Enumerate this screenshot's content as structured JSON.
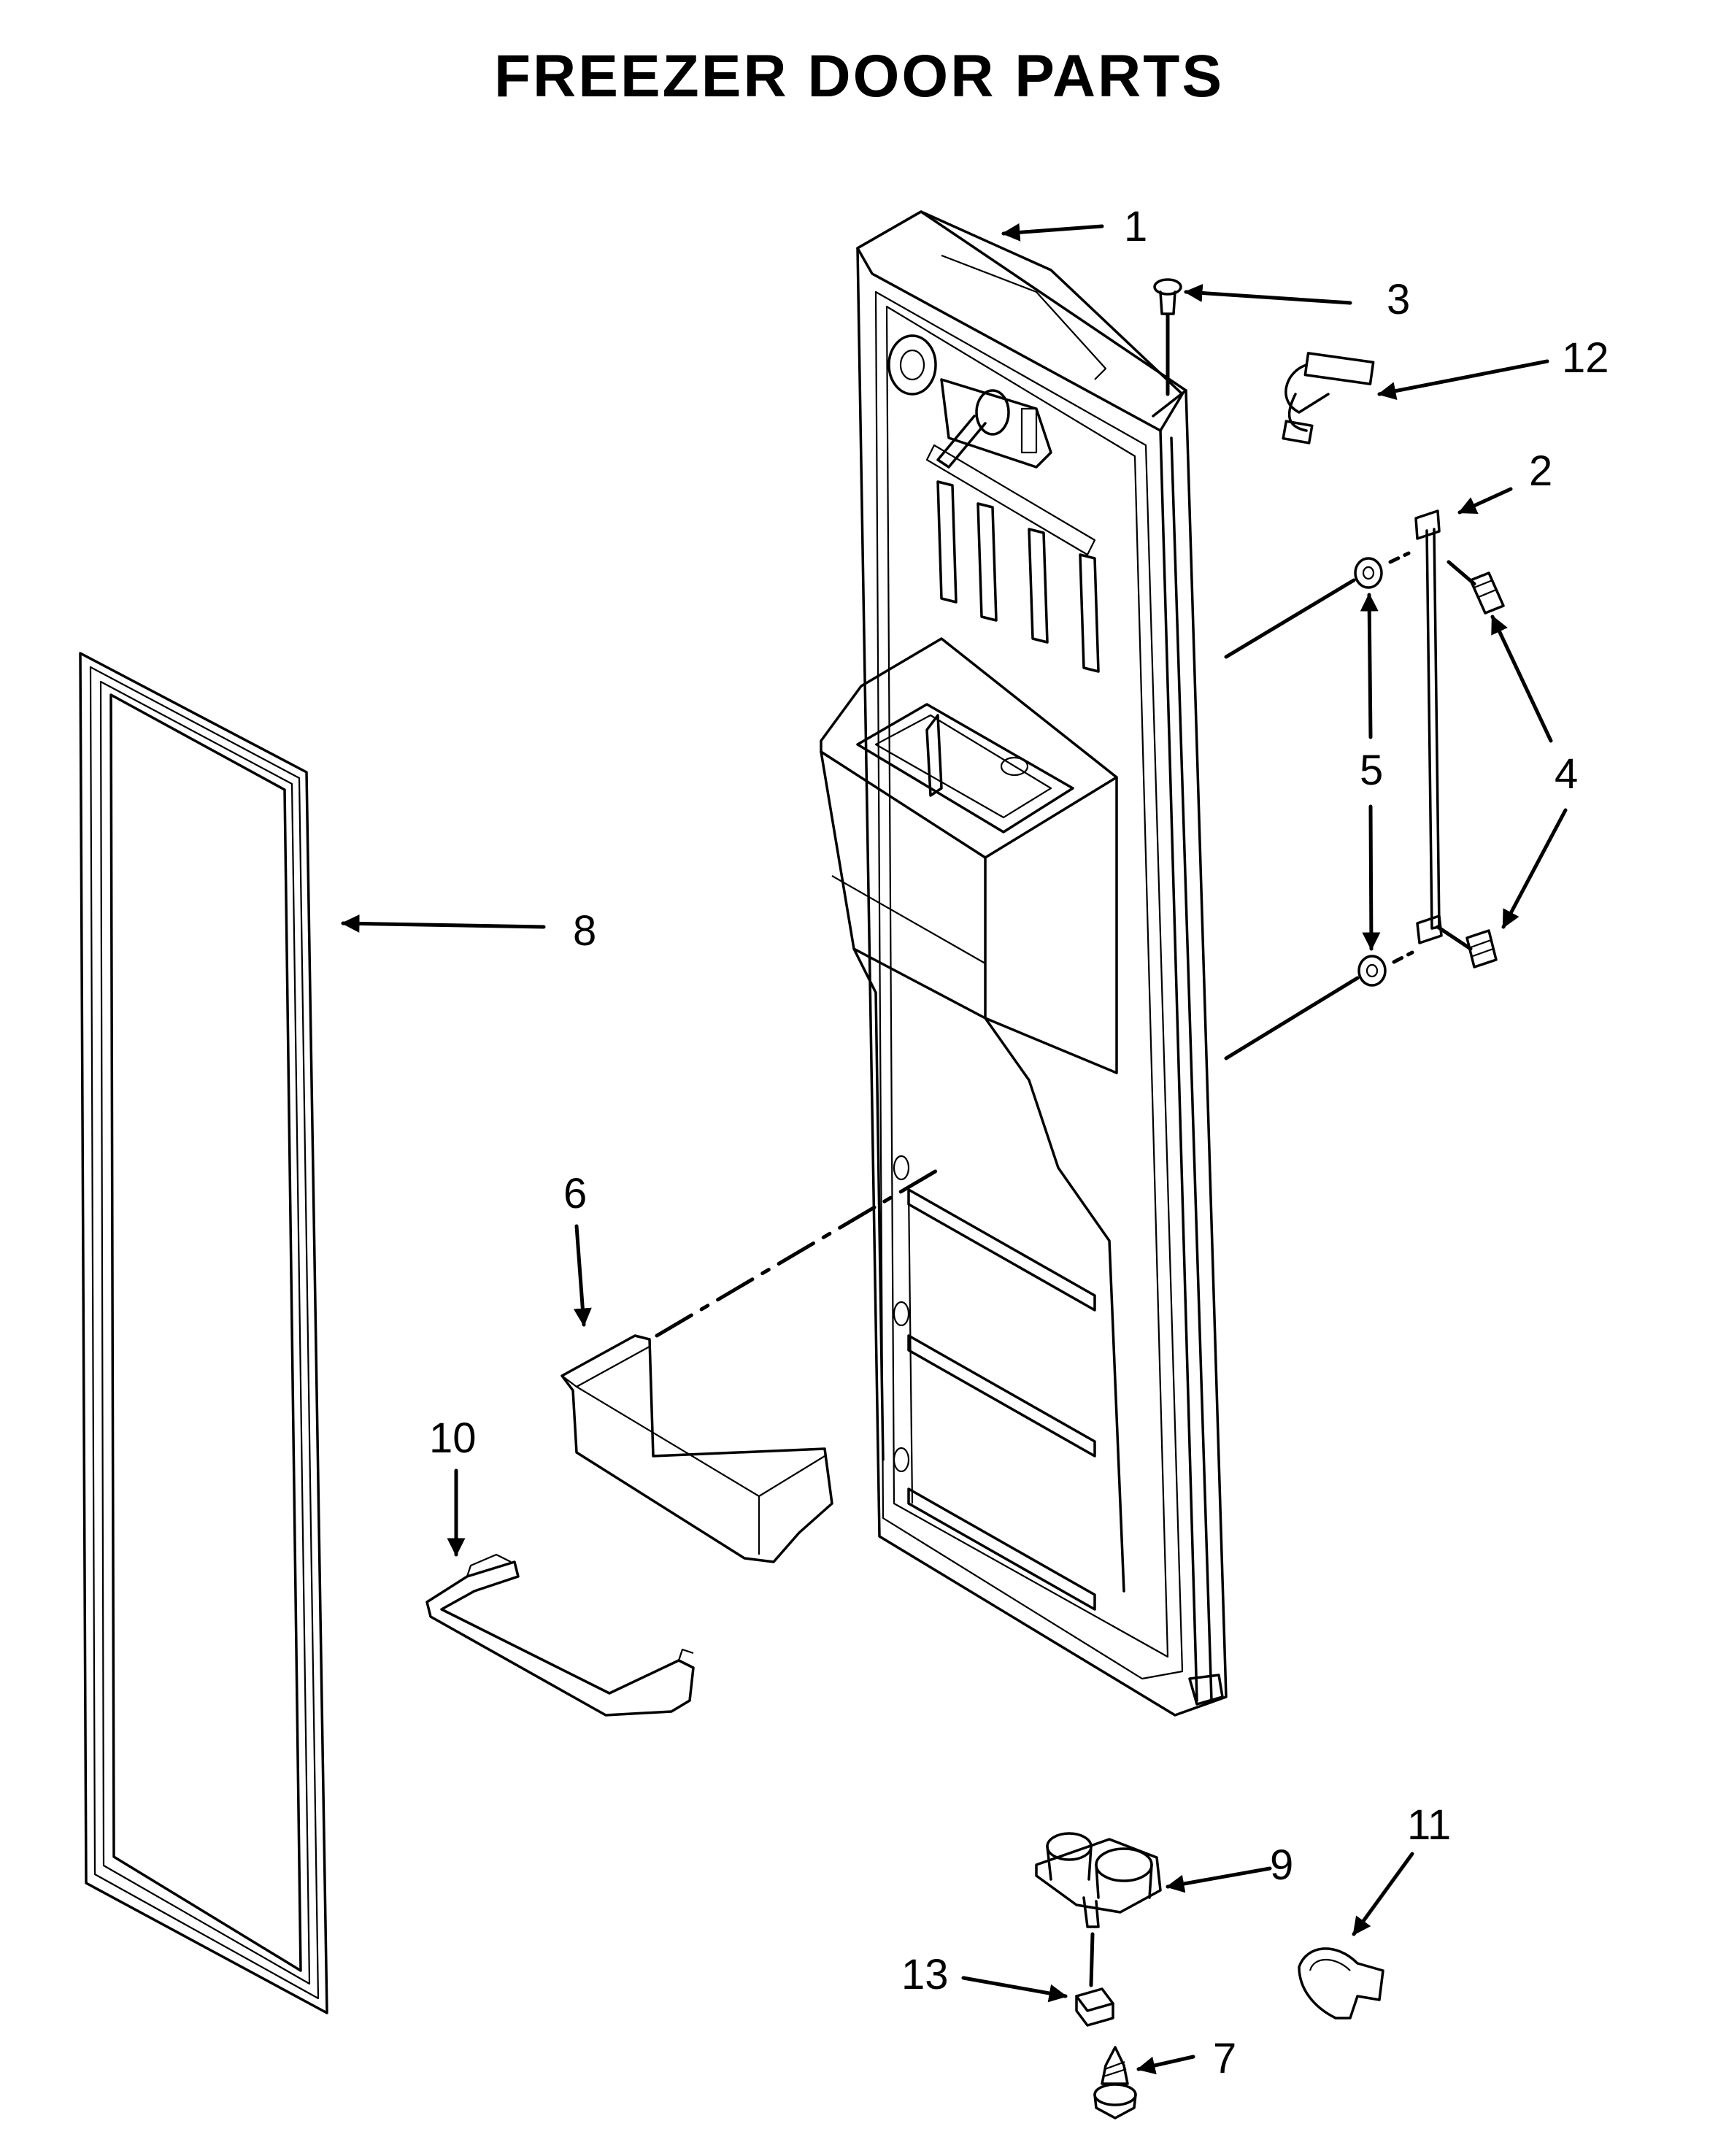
{
  "title": "FREEZER DOOR PARTS",
  "callouts": [
    {
      "id": "1",
      "part": "door-assembly"
    },
    {
      "id": "2",
      "part": "handle"
    },
    {
      "id": "3",
      "part": "hinge-bushing"
    },
    {
      "id": "4",
      "part": "handle-screw"
    },
    {
      "id": "5",
      "part": "handle-spacer"
    },
    {
      "id": "6",
      "part": "door-shelf-bin"
    },
    {
      "id": "7",
      "part": "screw"
    },
    {
      "id": "8",
      "part": "door-gasket"
    },
    {
      "id": "9",
      "part": "lower-hinge-bracket"
    },
    {
      "id": "10",
      "part": "bin-rail"
    },
    {
      "id": "11",
      "part": "wire-clip"
    },
    {
      "id": "12",
      "part": "wire-harness"
    },
    {
      "id": "13",
      "part": "bushing-block"
    }
  ]
}
